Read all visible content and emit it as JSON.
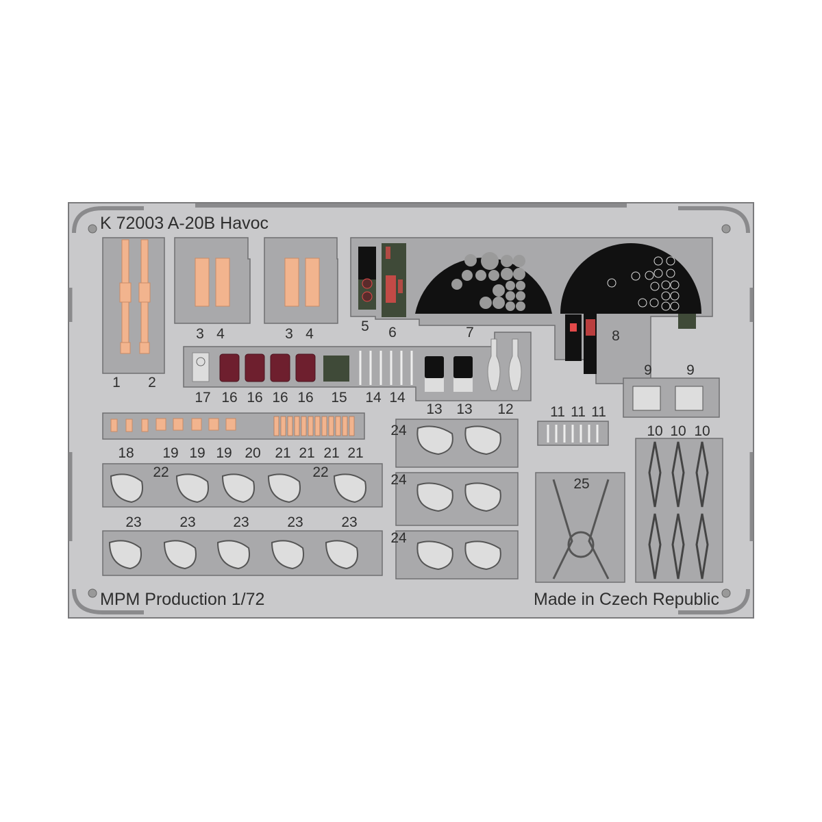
{
  "fret": {
    "title": "K 72003  A-20B Havoc",
    "footer_left": "MPM Production 1/72",
    "footer_right": "Made in Czech Republic",
    "colors": {
      "plate": "#c9c9cb",
      "frame": "#a9a9ab",
      "outline": "#6f6f71",
      "belt": "#f2b48e",
      "panel_black": "#111111",
      "panel_green": "#3f4a38",
      "red_accent": "#e34a4a",
      "maroon": "#6e1f2e"
    }
  },
  "part_labels": [
    "1",
    "2",
    "3",
    "4",
    "3",
    "4",
    "5",
    "6",
    "7",
    "8",
    "17",
    "16",
    "16",
    "16",
    "16",
    "15",
    "14",
    "14",
    "13",
    "13",
    "12",
    "11",
    "11",
    "11",
    "9",
    "9",
    "10",
    "10",
    "10",
    "18",
    "19",
    "19",
    "19",
    "20",
    "21",
    "21",
    "21",
    "21",
    "22",
    "22",
    "23",
    "23",
    "23",
    "23",
    "23",
    "24",
    "24",
    "24",
    "25"
  ]
}
